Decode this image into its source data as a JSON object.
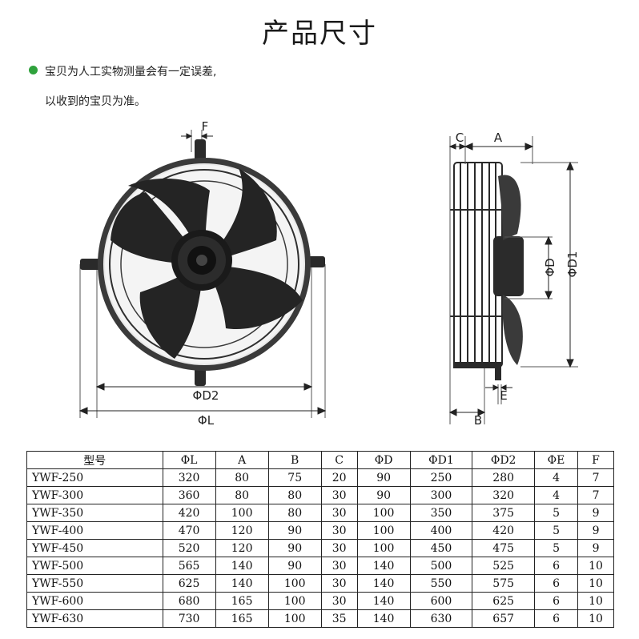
{
  "page": {
    "title": "产品尺寸",
    "notes": [
      "宝贝为人工实物测量会有一定误差,",
      "以收到的宝贝为准。"
    ],
    "bullet_color": "#2fa23c"
  },
  "figure": {
    "front_labels": {
      "f": "F",
      "d2": "ΦD2",
      "l": "ΦL"
    },
    "side_labels": {
      "c": "C",
      "a": "A",
      "d": "ΦD",
      "d1": "ΦD1",
      "e": "E",
      "b": "B"
    }
  },
  "table": {
    "headers": [
      "型号",
      "ΦL",
      "A",
      "B",
      "C",
      "ΦD",
      "ΦD1",
      "ΦD2",
      "ΦE",
      "F"
    ],
    "rows": [
      [
        "YWF-250",
        "320",
        "80",
        "75",
        "20",
        "90",
        "250",
        "280",
        "4",
        "7"
      ],
      [
        "YWF-300",
        "360",
        "80",
        "80",
        "30",
        "90",
        "300",
        "320",
        "4",
        "7"
      ],
      [
        "YWF-350",
        "420",
        "100",
        "80",
        "30",
        "100",
        "350",
        "375",
        "5",
        "9"
      ],
      [
        "YWF-400",
        "470",
        "120",
        "90",
        "30",
        "100",
        "400",
        "420",
        "5",
        "9"
      ],
      [
        "YWF-450",
        "520",
        "120",
        "90",
        "30",
        "100",
        "450",
        "475",
        "5",
        "9"
      ],
      [
        "YWF-500",
        "565",
        "140",
        "90",
        "30",
        "140",
        "500",
        "525",
        "6",
        "10"
      ],
      [
        "YWF-550",
        "625",
        "140",
        "100",
        "30",
        "140",
        "550",
        "575",
        "6",
        "10"
      ],
      [
        "YWF-600",
        "680",
        "165",
        "100",
        "30",
        "140",
        "600",
        "625",
        "6",
        "10"
      ],
      [
        "YWF-630",
        "730",
        "165",
        "100",
        "35",
        "140",
        "630",
        "657",
        "6",
        "10"
      ]
    ]
  }
}
